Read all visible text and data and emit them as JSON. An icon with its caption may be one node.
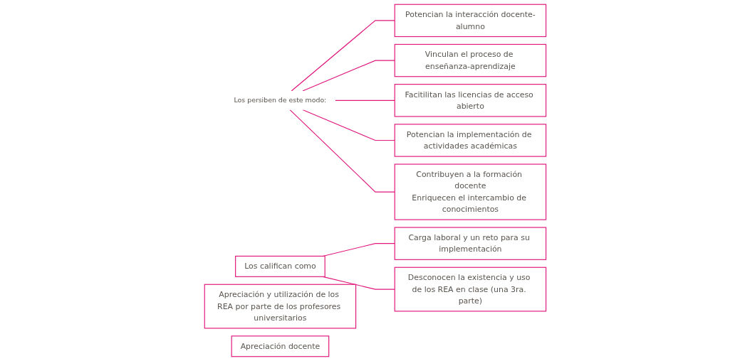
{
  "diagram": {
    "nodes": [
      {
        "text": [
          "Apreciación y utilización de los REA por parte de los profesores universitarios"
        ]
      },
      {
        "text": [
          "Apreciación docente"
        ]
      },
      {
        "text": [
          "Los persiben de este modo:"
        ]
      },
      {
        "text": [
          "Potencian la interacción docente-alumno"
        ]
      },
      {
        "text": [
          "Vinculan el proceso de enseñanza-aprendizaje"
        ]
      },
      {
        "text": [
          "Facitilitan las licencias de acceso abierto"
        ]
      },
      {
        "text": [
          "Potencian la implementación de actividades académicas"
        ]
      },
      {
        "text": [
          "Contribuyen a la formación docente",
          "Enriquecen el intercambio de conocimientos"
        ]
      },
      {
        "text": [
          "Los califican como"
        ]
      },
      {
        "text": [
          "Carga laboral y un reto para su implementación"
        ]
      },
      {
        "text": [
          "Desconocen la existencia y uso de los REA en clase (una 3ra. parte)"
        ]
      }
    ],
    "edges": [
      {
        "from": 2,
        "to": 3,
        "arrow": "none"
      },
      {
        "from": 2,
        "to": 4,
        "arrow": "none"
      },
      {
        "from": 2,
        "to": 5,
        "arrow": "none"
      },
      {
        "from": 2,
        "to": 6,
        "arrow": "none"
      },
      {
        "from": 2,
        "to": 7,
        "arrow": "none"
      },
      {
        "from": 8,
        "to": 9,
        "arrow": "none"
      },
      {
        "from": 8,
        "to": 10,
        "arrow": "none"
      }
    ]
  }
}
